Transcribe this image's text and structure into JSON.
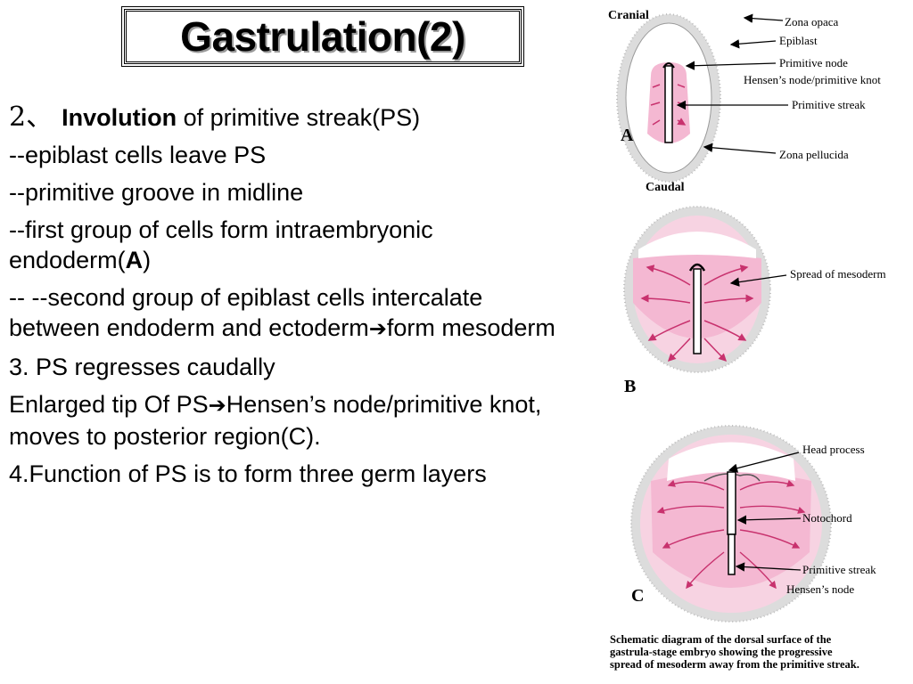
{
  "title": "Gastrulation(2)",
  "point2": {
    "number": "2、",
    "bold_word": "Involution",
    "rest": "of primitive streak(PS)"
  },
  "lines": {
    "l1": "--epiblast cells leave PS",
    "l2": "--primitive groove in midline",
    "l3a": "--first group of cells form intraembryonic endoderm(",
    "l3b": "A",
    "l3c": ")",
    "l4a": "-- --second group of epiblast cells intercalate between endoderm and ectoderm",
    "l4b": "form mesoderm",
    "l5": "3. PS regresses caudally",
    "l6a": "Enlarged tip Of PS",
    "l6b": "Hensen’s node/primitive knot, moves to posterior region(C).",
    "l7": "4.Function of PS is to form three germ layers"
  },
  "arrow_glyph": "➔",
  "diagram": {
    "cranial": "Cranial",
    "caudal": "Caudal",
    "panel_a": "A",
    "panel_b": "B",
    "panel_c": "C",
    "a_labels": {
      "zona_opaca": "Zona opaca",
      "epiblast": "Epiblast",
      "primitive_node": "Primitive node",
      "hensen_knot": "Hensen’s node/primitive knot",
      "primitive_streak": "Primitive streak",
      "zona_pellucida": "Zona pellucida"
    },
    "b_labels": {
      "spread": "Spread of mesoderm"
    },
    "c_labels": {
      "head_process": "Head process",
      "notochord": "Notochord",
      "primitive_streak": "Primitive streak",
      "hensens_node": "Hensen’s node"
    },
    "caption_1": "Schematic diagram of the dorsal surface of the",
    "caption_2": "gastrula-stage embryo showing the progressive",
    "caption_3": "spread of mesoderm away from the primitive streak."
  },
  "colors": {
    "mesoderm_pink": "#f4b8d2",
    "zona_pink": "#f7d3e2",
    "speckle_gray": "#b9b9b9"
  }
}
